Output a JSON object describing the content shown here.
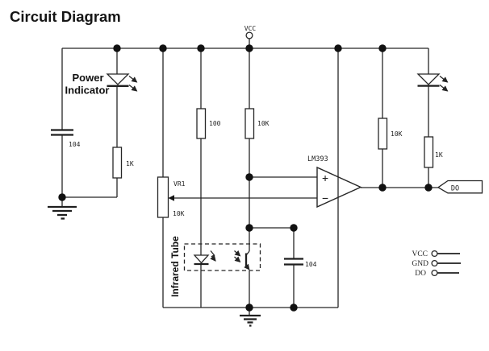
{
  "title": "Circuit Diagram",
  "colors": {
    "ink": "#262626",
    "background": "#ffffff"
  },
  "power_rail": {
    "label": "VCC"
  },
  "indicator": {
    "line1": "Power",
    "line2": "Indicator"
  },
  "components": {
    "cap_left": "104",
    "res_power_led": "1K",
    "res_ir": "100",
    "res_sense": "10K",
    "pot_name": "VR1",
    "pot_value": "10K",
    "comparator": "LM393",
    "plus": "+",
    "minus": "−",
    "ir_module": "Infrared Tube",
    "cap_filter": "104",
    "res_pullup": "10K",
    "res_out_led": "1K"
  },
  "output": {
    "flag": "DO"
  },
  "pins": [
    {
      "label": "VCC"
    },
    {
      "label": "GND"
    },
    {
      "label": "DO"
    }
  ]
}
